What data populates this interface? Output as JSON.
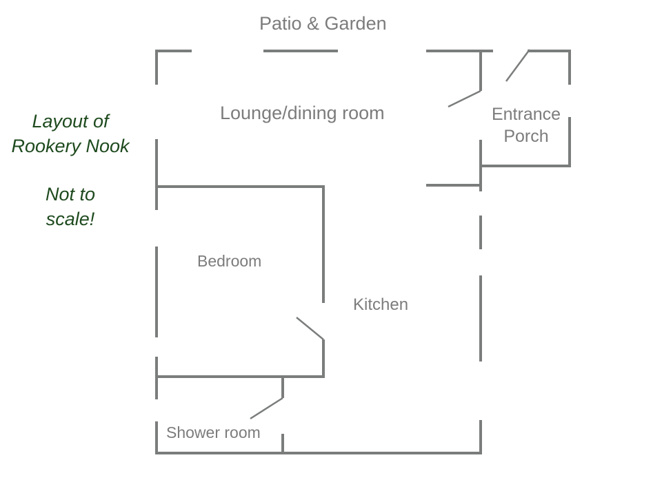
{
  "title": {
    "line1": "Layout of",
    "line2": "Rookery Nook"
  },
  "note": {
    "line1": "Not to",
    "line2": "scale!"
  },
  "rooms": {
    "patio": "Patio & Garden",
    "lounge": "Lounge/dining room",
    "entrance_line1": "Entrance",
    "entrance_line2": "Porch",
    "bedroom": "Bedroom",
    "kitchen": "Kitchen",
    "shower": "Shower room"
  },
  "colors": {
    "wall": "#7a7d7b",
    "room_label": "#7c7c7c",
    "title_text": "#1e4a1e",
    "background": "#ffffff"
  }
}
